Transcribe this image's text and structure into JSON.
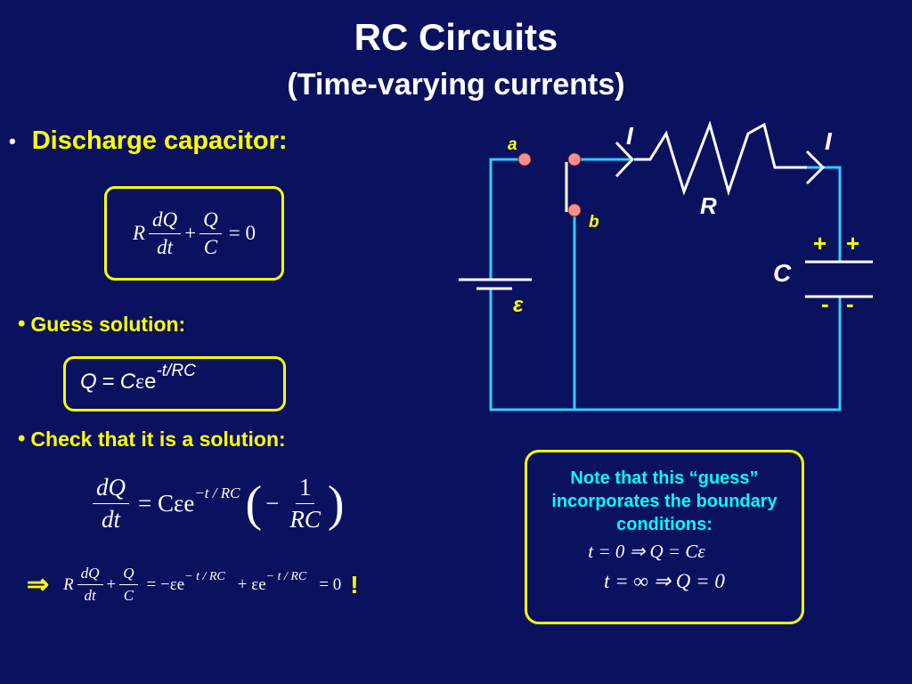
{
  "title": "RC Circuits",
  "subtitle": "(Time-varying currents)",
  "bullets": {
    "glyph": "•",
    "discharge": "Discharge capacitor:",
    "guess": "Guess solution:",
    "check": "Check that it is a solution:"
  },
  "eq1": {
    "R": "R",
    "dQ": "dQ",
    "dt": "dt",
    "plus": "+",
    "Q": "Q",
    "C": "C",
    "equals_zero": "= 0"
  },
  "eq2": {
    "Q": "Q",
    "equals": "=",
    "C": "C",
    "eps": "ε",
    "e": "e",
    "exp": "-t/RC"
  },
  "eq3": {
    "dQ": "dQ",
    "dt": "dt",
    "rhs": "= Cεe",
    "exp": "−t / RC",
    "minus": "−",
    "one": "1",
    "RC": "RC"
  },
  "eq4": {
    "implies": "⇒",
    "R": "R",
    "dQ": "dQ",
    "dt": "dt",
    "plus": "+",
    "Q": "Q",
    "C": "C",
    "term1": "= −εe",
    "exp1": "− t / RC",
    "term2": "+ εe",
    "exp2": "− t / RC",
    "result": "= 0",
    "bang": "!"
  },
  "note": {
    "text": "Note that this “guess” incorporates the boundary conditions:",
    "cond1": "t = 0 ⇒ Q = Cε",
    "cond2": "t = ∞ ⇒ Q = 0"
  },
  "circuit": {
    "label_a": "a",
    "label_b": "b",
    "label_I1": "I",
    "label_I2": "I",
    "label_R": "R",
    "label_C": "C",
    "label_eps": "ε",
    "plus1": "+",
    "plus2": "+",
    "minus1": "-",
    "minus2": "-"
  },
  "colors": {
    "background": "#0a1260",
    "accent": "#ffff00",
    "wire": "#33ccff",
    "note_text": "#00ffff",
    "node": "#ff8f8f"
  }
}
